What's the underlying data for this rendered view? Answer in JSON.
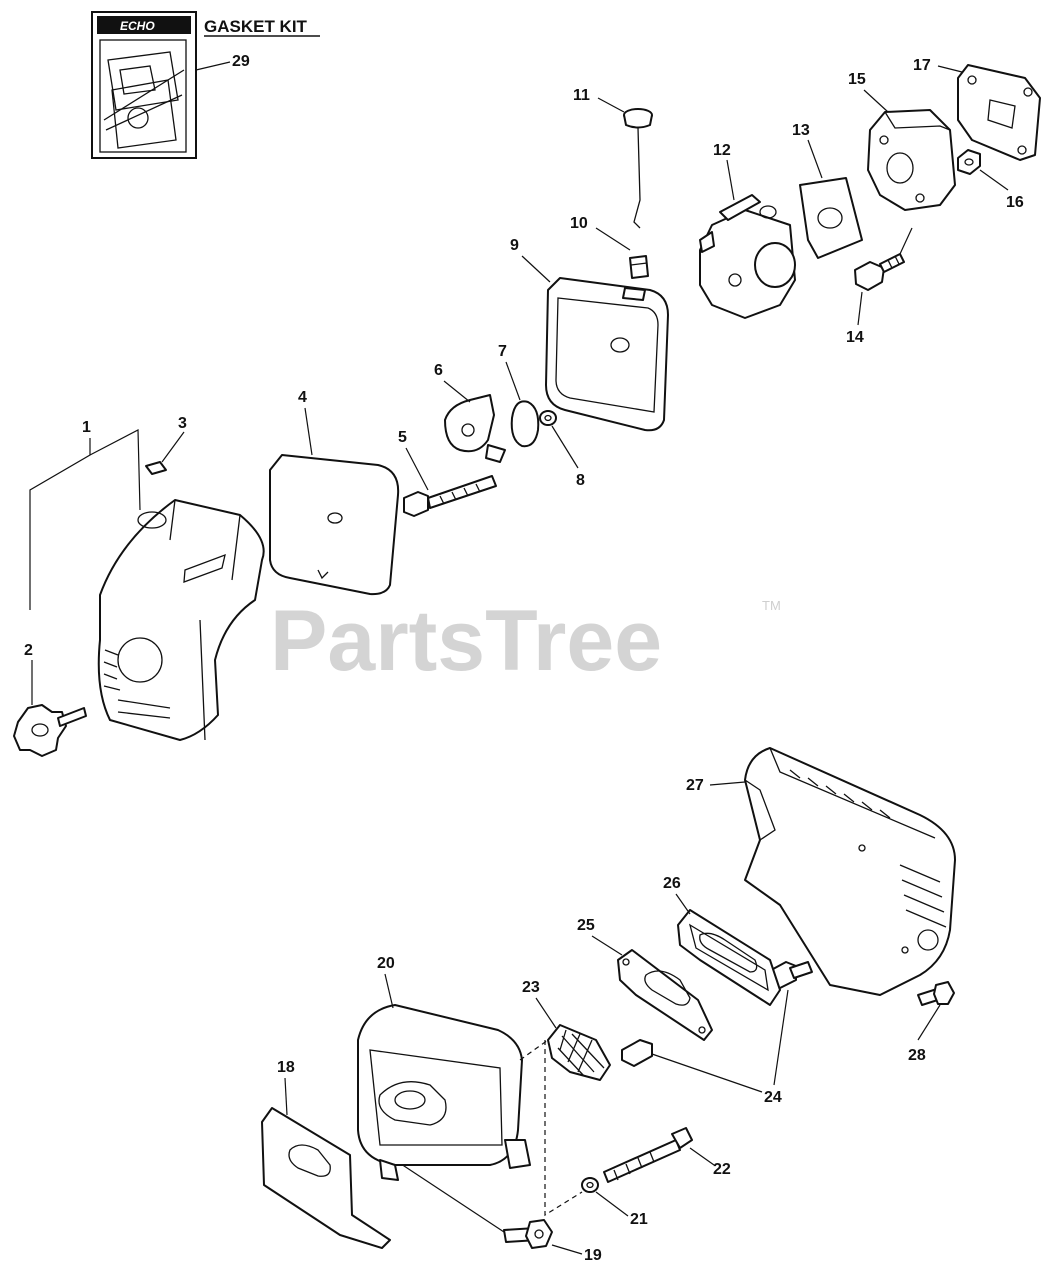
{
  "gasket_kit": {
    "title": "GASKET KIT",
    "brand": "ECHO",
    "label": "29"
  },
  "watermark": {
    "text": "PartsTree",
    "trademark": "TM"
  },
  "callouts": [
    "1",
    "2",
    "3",
    "4",
    "5",
    "6",
    "7",
    "8",
    "9",
    "10",
    "11",
    "12",
    "13",
    "14",
    "15",
    "16",
    "17",
    "18",
    "19",
    "20",
    "21",
    "22",
    "23",
    "24",
    "25",
    "26",
    "27",
    "28"
  ]
}
